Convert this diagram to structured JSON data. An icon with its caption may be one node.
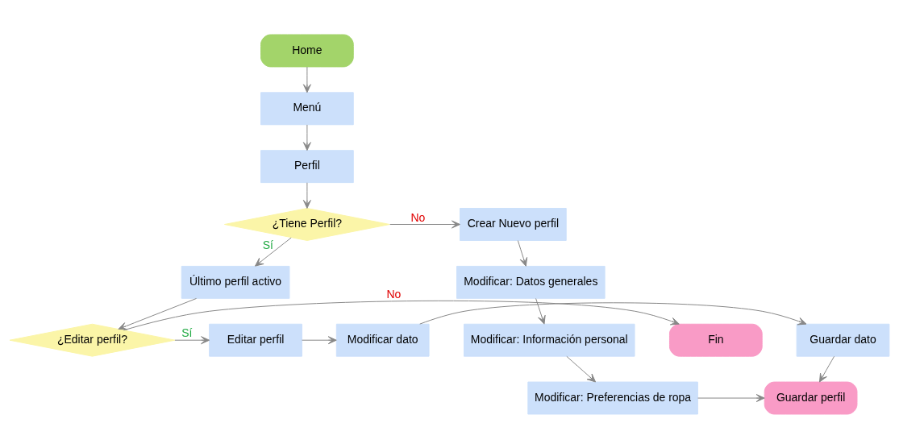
{
  "diagram": {
    "nodes": [
      {
        "text": [
          "Home"
        ]
      },
      {
        "text": [
          "Menú"
        ]
      },
      {
        "text": [
          "Perfil"
        ]
      },
      {
        "text": [
          "¿Tiene Perfil?"
        ]
      },
      {
        "text": [
          "Crear Nuevo perfil"
        ]
      },
      {
        "text": [
          "Modificar: Datos generales"
        ]
      },
      {
        "text": [
          "Modificar: Información personal"
        ]
      },
      {
        "text": [
          "Modificar: Preferencias de ropa"
        ]
      },
      {
        "text": [
          "Guardar perfil"
        ]
      },
      {
        "text": [
          "Último perfil activo"
        ]
      },
      {
        "text": [
          "¿Editar perfil?"
        ]
      },
      {
        "text": [
          "Fin"
        ]
      },
      {
        "text": [
          "Editar perfil"
        ]
      },
      {
        "text": [
          "Modificar dato"
        ]
      },
      {
        "text": [
          "Guardar dato"
        ]
      }
    ],
    "edges": [
      {
        "from": 0,
        "to": 1,
        "arrow": "to"
      },
      {
        "from": 1,
        "to": 2,
        "arrow": "to"
      },
      {
        "from": 2,
        "to": 3,
        "arrow": "to"
      },
      {
        "from": 3,
        "to": 4,
        "arrow": "to",
        "label": "No"
      },
      {
        "from": 4,
        "to": 5,
        "arrow": "to"
      },
      {
        "from": 5,
        "to": 6,
        "arrow": "to"
      },
      {
        "from": 6,
        "to": 7,
        "arrow": "to"
      },
      {
        "from": 7,
        "to": 8,
        "arrow": "to"
      },
      {
        "from": 3,
        "to": 9,
        "arrow": "to",
        "label": "Sí"
      },
      {
        "from": 9,
        "to": 10,
        "arrow": "to"
      },
      {
        "from": 10,
        "to": 11,
        "arrow": "to",
        "label": "No"
      },
      {
        "from": 10,
        "to": 12,
        "arrow": "to",
        "label": "Sí"
      },
      {
        "from": 12,
        "to": 13,
        "arrow": "to"
      },
      {
        "from": 13,
        "to": 14,
        "arrow": "to"
      },
      {
        "from": 14,
        "to": 8,
        "arrow": "to"
      }
    ]
  }
}
